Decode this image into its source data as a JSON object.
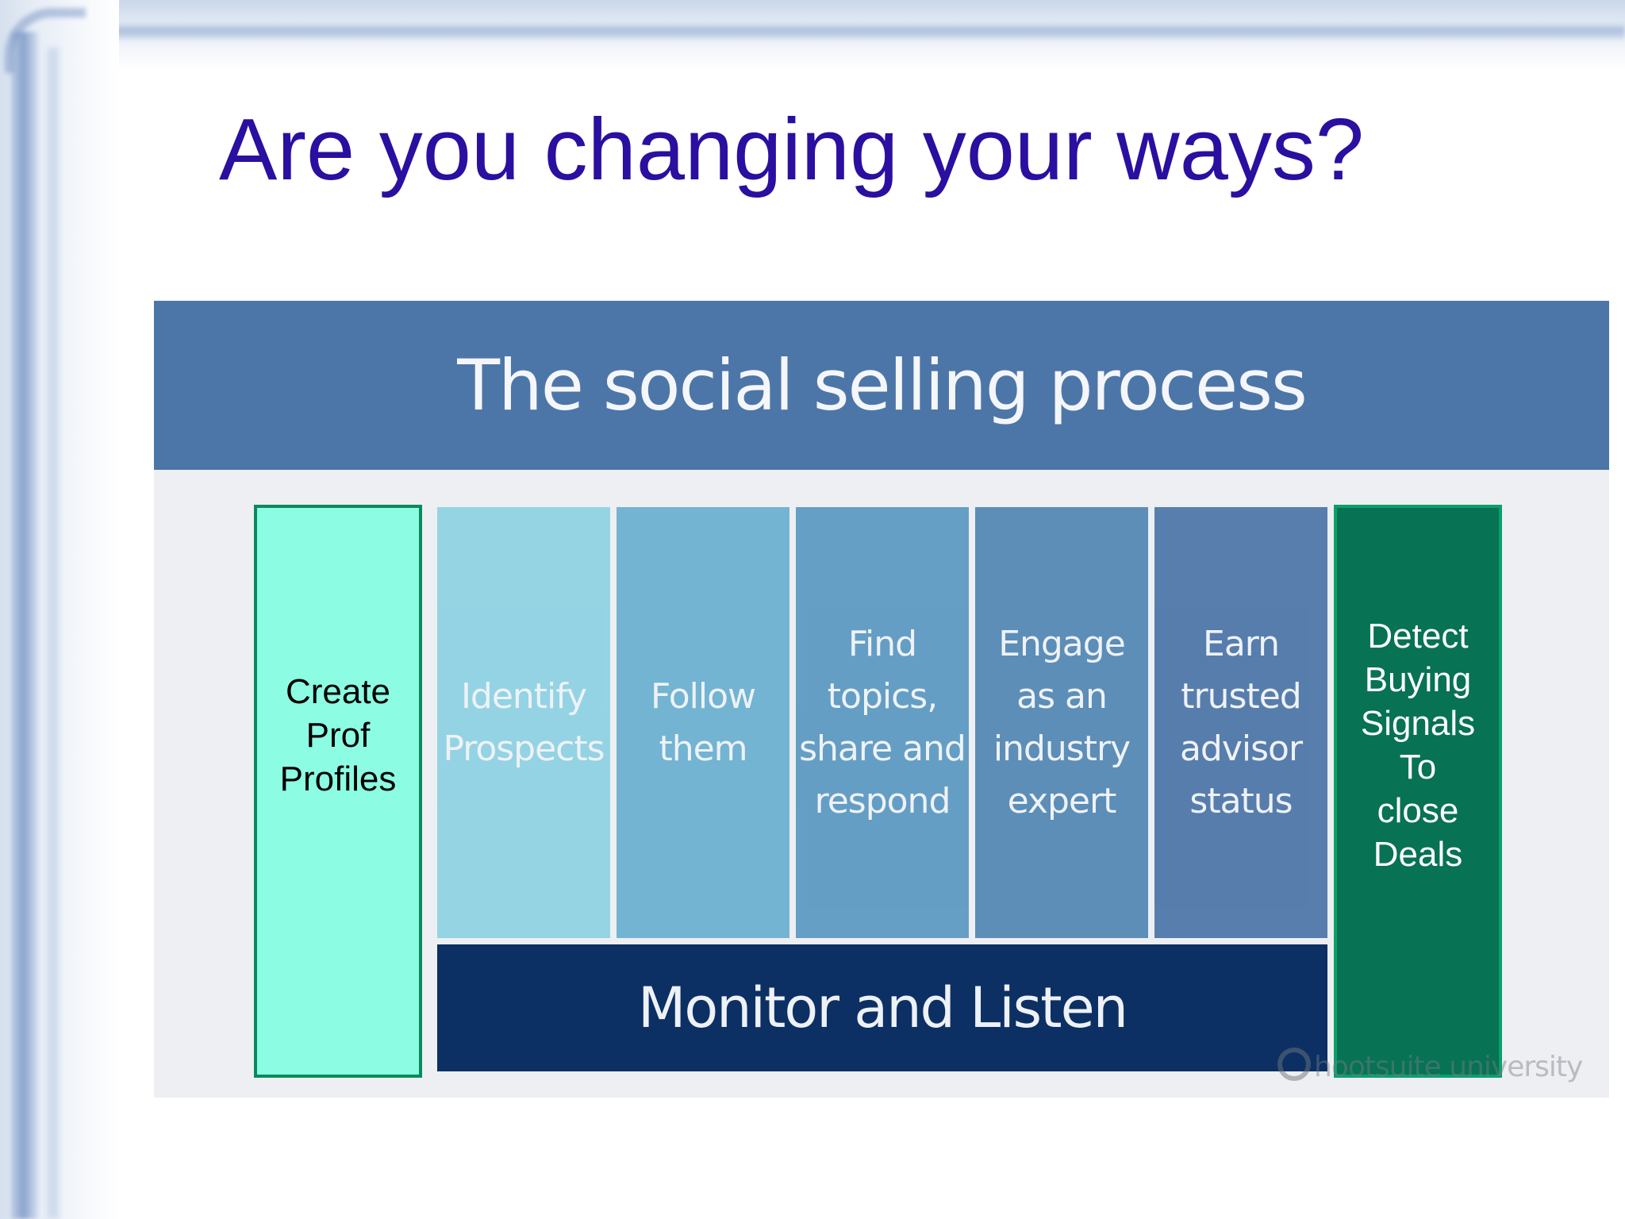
{
  "slide": {
    "title": "Are you changing your ways?"
  },
  "image": {
    "header_title": "The social selling process",
    "steps": [
      {
        "label": "Identify\nProspects"
      },
      {
        "label": "Follow\nthem"
      },
      {
        "label": "Find\ntopics,\nshare and\nrespond"
      },
      {
        "label": "Engage\nas an\nindustry\nexpert"
      },
      {
        "label": "Earn\ntrusted\nadvisor\nstatus"
      }
    ],
    "base_bar": "Monitor and Listen",
    "watermark": "hootsuite university"
  },
  "overlays": {
    "left_box": "Create\nProf\nProfiles",
    "right_box": "Detect\nBuying\nSignals\nTo\nclose\nDeals"
  },
  "colors": {
    "title": "#2a0fa0",
    "header": "#4d76a8",
    "step_1": "#8dd1e2",
    "step_2": "#68afd0",
    "step_3": "#5a98c1",
    "step_4": "#5086b3",
    "step_5": "#4b74a7",
    "base_bar": "#0c3063",
    "left_box": "#8cfce3",
    "right_box": "#077254"
  }
}
